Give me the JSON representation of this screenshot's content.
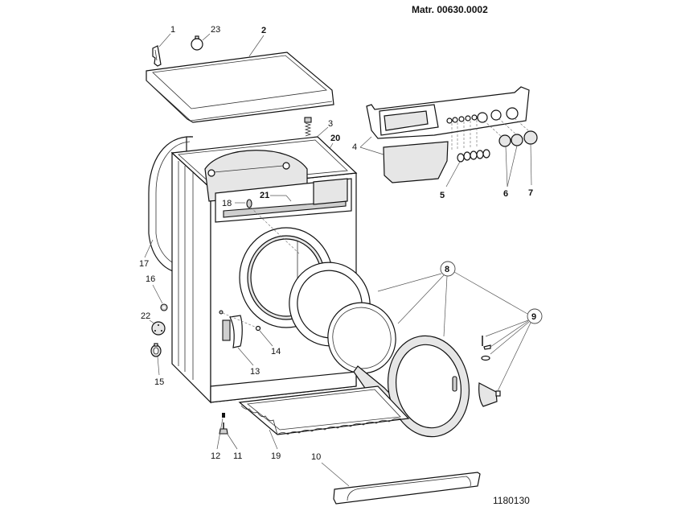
{
  "header": {
    "material_code": "Matr. 00630.0002"
  },
  "footer": {
    "drawing_number": "1180130"
  },
  "labels": {
    "p1": "1",
    "p2": "2",
    "p3": "3",
    "p4": "4",
    "p5": "5",
    "p6": "6",
    "p7": "7",
    "p8": "8",
    "p9": "9",
    "p10": "10",
    "p11": "11",
    "p12": "12",
    "p13": "13",
    "p14": "14",
    "p15": "15",
    "p16": "16",
    "p17": "17",
    "p18": "18",
    "p19": "19",
    "p20": "20",
    "p21": "21",
    "p22": "22",
    "p23": "23"
  }
}
